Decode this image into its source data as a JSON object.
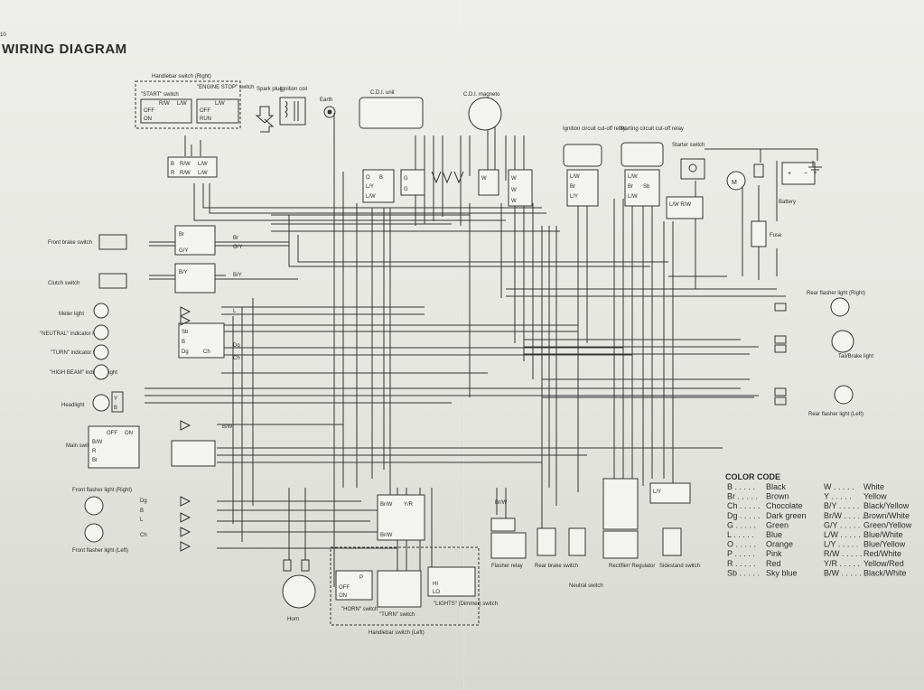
{
  "title": "WIRING DIAGRAM",
  "page_corner": "10",
  "labels": {
    "handlebar_right": "Handlebar switch (Right)",
    "start_switch": "\"START\" switch",
    "engine_stop": "\"ENGINE STOP\" switch",
    "spark_plug": "Spark plug",
    "ignition_coil": "Ignition coil",
    "earth": "Earth",
    "cdi_unit": "C.D.I. unit",
    "cdi_magneto": "C.D.I. magneto",
    "ignition_relay": "Ignition circuit cut-off relay",
    "starting_relay": "Starting circuit cut-off relay",
    "starter_switch": "Starter switch",
    "battery": "Battery",
    "fuse": "Fuse",
    "front_brake": "Front brake switch",
    "clutch": "Clutch switch",
    "meter_light": "Meter light",
    "neutral_ind": "\"NEUTRAL\" indicator light",
    "turn_ind": "\"TURN\" indicator light",
    "high_beam": "\"HIGH BEAM\" indicator light",
    "headlight": "Headlight",
    "main_switch": "Main switch",
    "front_flasher_right": "Front flasher light (Right)",
    "front_flasher_left": "Front flasher light (Left)",
    "rear_flasher_right": "Rear flasher light (Right)",
    "tail_brake": "Tail/Brake light",
    "rear_flasher_left": "Rear flasher light (Left)",
    "horn": "Horn",
    "horn_switch": "\"HORN\" switch",
    "turn_switch": "\"TURN\" switch",
    "lights_switch": "\"LIGHTS\" (Dimmer) switch",
    "handlebar_left": "Handlebar switch (Left)",
    "flasher_relay": "Flasher relay",
    "rear_brake": "Rear brake switch",
    "neutral_switch": "Neutral switch",
    "rectifier": "Rectifier/ Regulator",
    "sidestand": "Sidestand switch"
  },
  "switch_text": {
    "off": "OFF",
    "on": "ON",
    "run": "RUN",
    "hi": "HI",
    "lo": "LO",
    "m": "M"
  },
  "color_code": {
    "title": "COLOR CODE",
    "left": [
      {
        "code": "B",
        "name": "Black"
      },
      {
        "code": "Br",
        "name": "Brown"
      },
      {
        "code": "Ch",
        "name": "Chocolate"
      },
      {
        "code": "Dg",
        "name": "Dark green"
      },
      {
        "code": "G",
        "name": "Green"
      },
      {
        "code": "L",
        "name": "Blue"
      },
      {
        "code": "O",
        "name": "Orange"
      },
      {
        "code": "P",
        "name": "Pink"
      },
      {
        "code": "R",
        "name": "Red"
      },
      {
        "code": "Sb",
        "name": "Sky blue"
      }
    ],
    "right": [
      {
        "code": "W",
        "name": "White"
      },
      {
        "code": "Y",
        "name": "Yellow"
      },
      {
        "code": "B/Y",
        "name": "Black/Yellow"
      },
      {
        "code": "Br/W",
        "name": "Brown/White"
      },
      {
        "code": "G/Y",
        "name": "Green/Yellow"
      },
      {
        "code": "L/W",
        "name": "Blue/White"
      },
      {
        "code": "L/Y",
        "name": "Blue/Yellow"
      },
      {
        "code": "R/W",
        "name": "Red/White"
      },
      {
        "code": "Y/R",
        "name": "Yellow/Red"
      },
      {
        "code": "B/W",
        "name": "Black/White"
      }
    ]
  },
  "wire_tags": {
    "rw": "R/W",
    "lw": "L/W",
    "b": "B",
    "r": "R",
    "br": "Br",
    "gy": "G/Y",
    "by": "B/Y",
    "l": "L",
    "sb": "Sb",
    "dg": "Dg",
    "ch": "Ch",
    "y": "Y",
    "g": "G",
    "w": "W",
    "o": "O",
    "ly": "L/Y",
    "bw": "B/W",
    "brw": "Br/W",
    "yr": "Y/R",
    "p": "P",
    "lwrw": "L/W R/W"
  }
}
